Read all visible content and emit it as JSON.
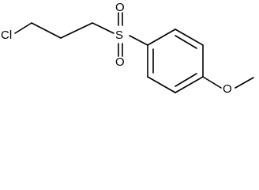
{
  "molecule": {
    "atoms": {
      "chlorine": "Cl",
      "sulfur": "S",
      "oxygen_top": "O",
      "oxygen_bottom": "O",
      "oxygen_methoxy": "O"
    },
    "colors": {
      "bond": "#000000",
      "label": "#000000",
      "background": "#ffffff"
    }
  }
}
